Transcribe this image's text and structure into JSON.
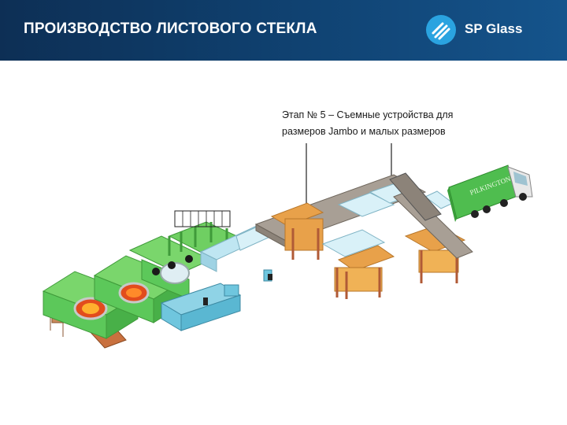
{
  "header": {
    "title": "ПРОИЗВОДСТВО ЛИСТОВОГО СТЕКЛА"
  },
  "logo": {
    "text": "SP Glass",
    "icon": "sp-glass-logo-icon"
  },
  "caption": {
    "line1": "Этап № 5 – Съемные устройства для",
    "line2": "размеров Jambo и малых размеров"
  },
  "truck": {
    "brand_text": "PILKINGTON"
  },
  "colors": {
    "header_bg": "#0f3f6d",
    "furnace_green": "#5cc85a",
    "conveyor_grey": "#a89f95",
    "glass_blue": "#bfe6f2",
    "lifter_orange": "#e8a14a",
    "frame_brown": "#b05a36",
    "control_blue": "#6fc6de"
  }
}
